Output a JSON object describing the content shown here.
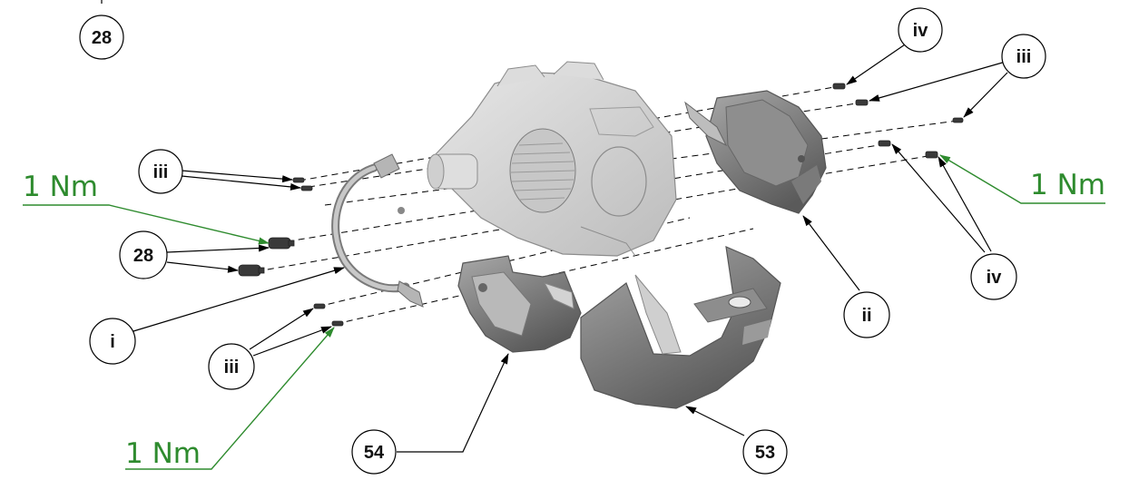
{
  "colors": {
    "torque": "#2e8b2e",
    "leader": "#000000",
    "part_dark": "#6f6f6f",
    "part_mid": "#9c9c9c",
    "part_light": "#c9c9c9",
    "motor": "#d9d9d9"
  },
  "callouts": {
    "c28_top": "28",
    "c_iv_top": "iv",
    "c_iii_top_right": "iii",
    "c_iii_left": "iii",
    "c28_left": "28",
    "c_i": "i",
    "c_iii_bottom": "iii",
    "c_ii": "ii",
    "c_iv_right": "iv",
    "c54": "54",
    "c53": "53"
  },
  "torque": {
    "left_top": "1 Nm",
    "right": "1 Nm",
    "left_bottom": "1 Nm"
  }
}
